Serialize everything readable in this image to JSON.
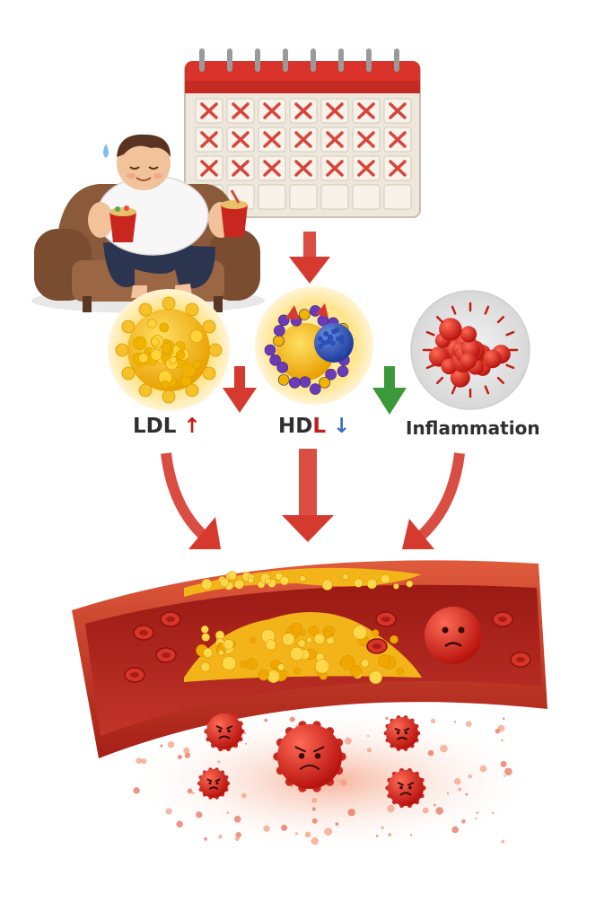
{
  "labels": {
    "ldl": {
      "text": "LDL",
      "arrow": "↑"
    },
    "hdl": {
      "text_a": "HD",
      "text_b": "L",
      "arrow": "↓"
    },
    "inflammation": {
      "text": "Inflammation"
    }
  },
  "calendar": {
    "rows": [
      [
        "x",
        "x",
        "x",
        "x",
        "x",
        "x",
        "x"
      ],
      [
        "x",
        "x",
        "x",
        "x",
        "x",
        "x",
        "x"
      ],
      [
        "x",
        "x",
        "x",
        "x",
        "x",
        "x",
        "x"
      ],
      [
        "",
        "",
        "",
        "",
        "",
        "",
        ""
      ]
    ]
  },
  "colors": {
    "calendar_header": "#d9332b",
    "mark_red": "#d8443b",
    "artery_wall": "#c9402c",
    "plaque": "#f2b419",
    "arrow_red": "#d63a2f",
    "arrow_green": "#3a9a3a",
    "sofa": "#8a5a3a"
  }
}
